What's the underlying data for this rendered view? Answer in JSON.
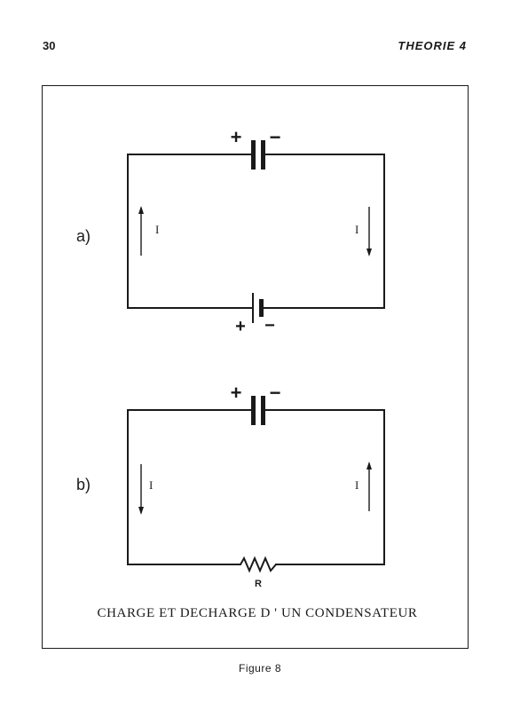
{
  "header": {
    "page_number": "30",
    "section_title": "THEORIE 4"
  },
  "diagram": {
    "circuit_a": {
      "label": "a)",
      "capacitor_plus": "+",
      "capacitor_minus": "−",
      "battery_plus": "+",
      "battery_minus": "−",
      "current_left": "I",
      "current_right": "I",
      "current_left_direction": "up",
      "current_right_direction": "down"
    },
    "circuit_b": {
      "label": "b)",
      "capacitor_plus": "+",
      "capacitor_minus": "−",
      "resistor_label": "R",
      "current_left": "I",
      "current_right": "I",
      "current_left_direction": "down",
      "current_right_direction": "up"
    },
    "caption": "CHARGE ET DECHARGE D ' UN CONDENSATEUR"
  },
  "figure_label": "Figure 8"
}
